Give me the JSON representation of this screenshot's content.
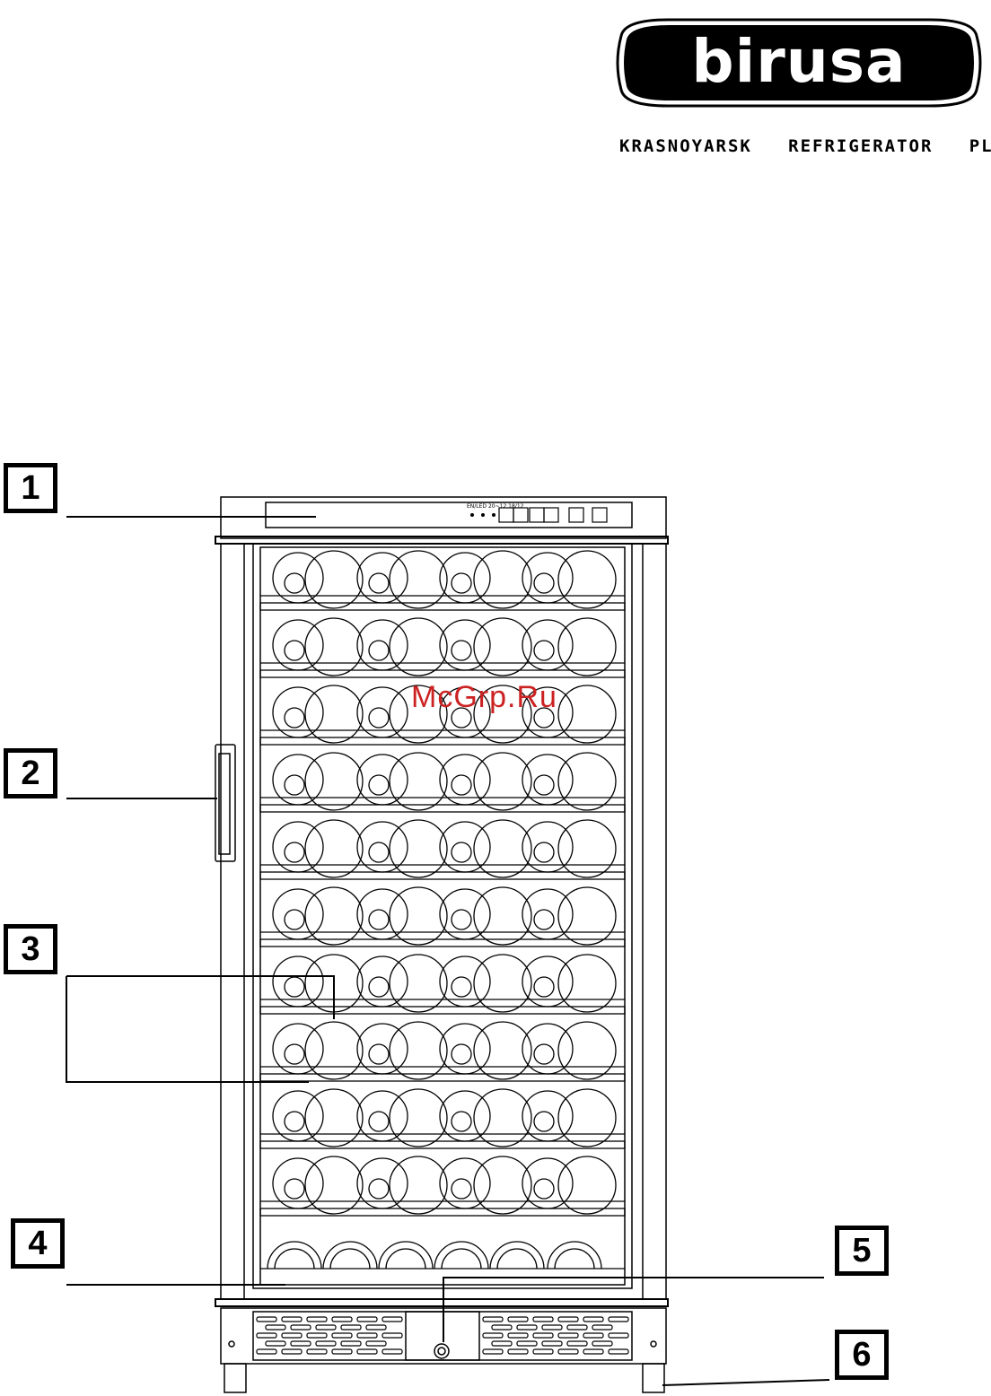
{
  "brand": {
    "logo_text": "birusa",
    "plant": "KRASNOYARSK   REFRIGERATOR   PLANT"
  },
  "watermark": "McGrp.Ru",
  "callouts": [
    "1",
    "2",
    "3",
    "4",
    "5",
    "6"
  ],
  "control_panel": {
    "legend_text": "EN/LED 20~12  18/12",
    "button_count": 6
  },
  "shelves": {
    "rows": 11
  }
}
